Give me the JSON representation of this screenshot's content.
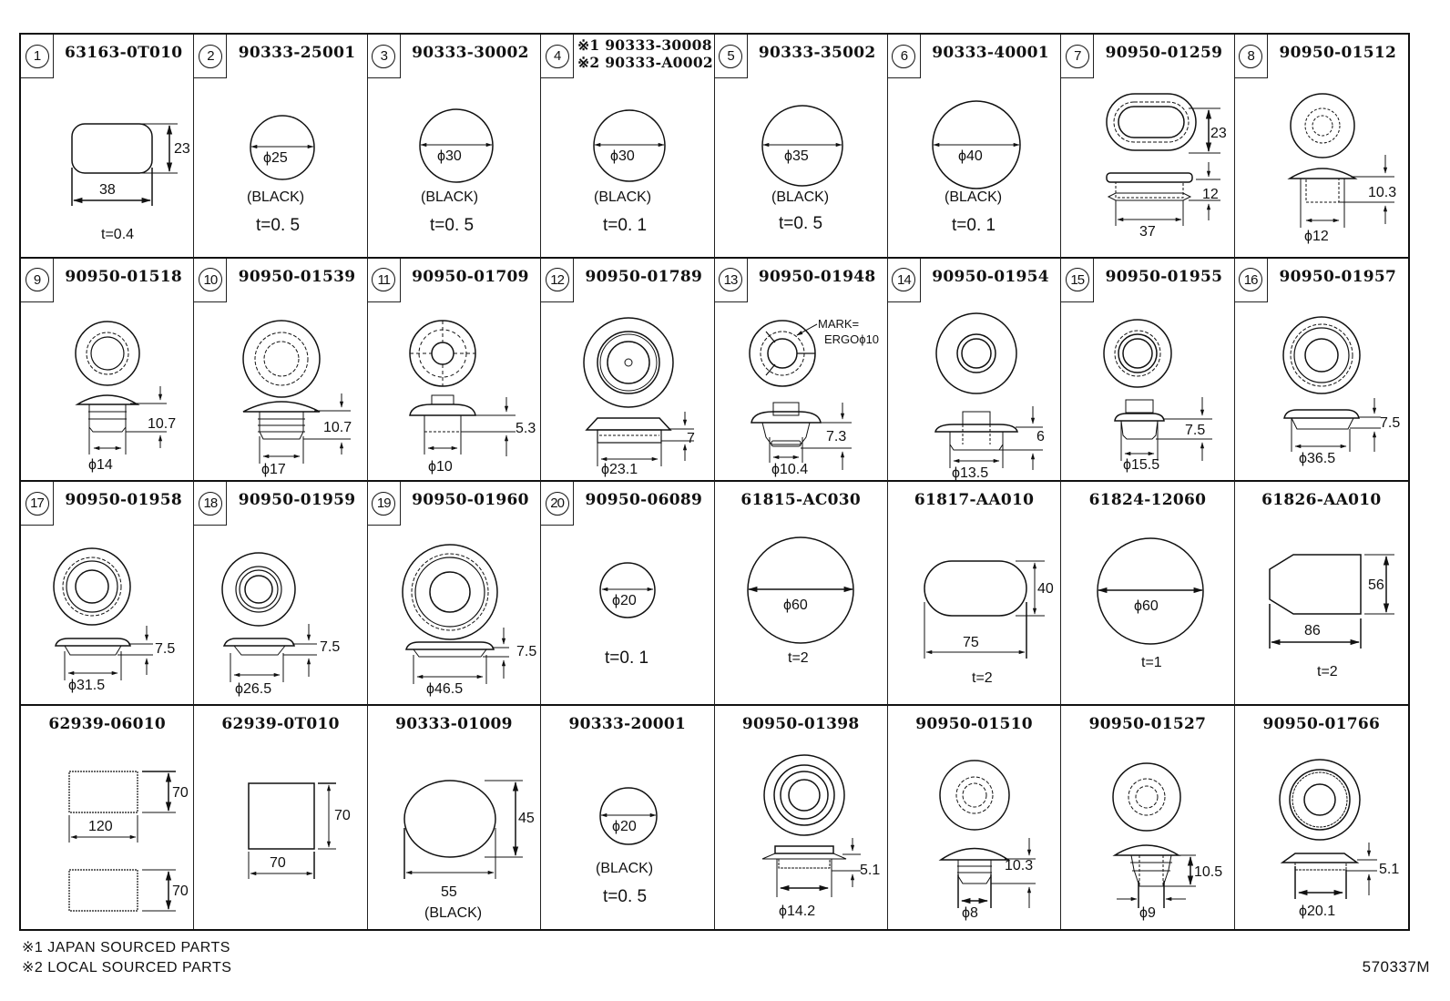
{
  "parts": [
    {
      "index": "1",
      "part_no": "63163-0T010",
      "shape": "rounded-rect",
      "dims": {
        "width": "38",
        "height": "23"
      },
      "thickness": "t=0.4"
    },
    {
      "index": "2",
      "part_no": "90333-25001",
      "shape": "circle",
      "dims": {
        "diameter": "ϕ25"
      },
      "color": "(BLACK)",
      "thickness": "t=0. 5"
    },
    {
      "index": "3",
      "part_no": "90333-30002",
      "shape": "circle",
      "dims": {
        "diameter": "ϕ30"
      },
      "color": "(BLACK)",
      "thickness": "t=0. 5"
    },
    {
      "index": "4",
      "part_no_lines": [
        "※1 90333-30008",
        "※2 90333-A0002"
      ],
      "shape": "circle",
      "dims": {
        "diameter": "ϕ30"
      },
      "color": "(BLACK)",
      "thickness": "t=0. 1"
    },
    {
      "index": "5",
      "part_no": "90333-35002",
      "shape": "circle",
      "dims": {
        "diameter": "ϕ35"
      },
      "color": "(BLACK)",
      "thickness": "t=0. 5"
    },
    {
      "index": "6",
      "part_no": "90333-40001",
      "shape": "circle",
      "dims": {
        "diameter": "ϕ40"
      },
      "color": "(BLACK)",
      "thickness": "t=0. 1"
    },
    {
      "index": "7",
      "part_no": "90950-01259",
      "shape": "oval-grommet",
      "dims": {
        "height": "23",
        "depth": "12",
        "width": "37"
      }
    },
    {
      "index": "8",
      "part_no": "90950-01512",
      "shape": "plug",
      "dims": {
        "depth": "10.3",
        "diameter": "ϕ12"
      }
    },
    {
      "index": "9",
      "part_no": "90950-01518",
      "shape": "plug",
      "dims": {
        "depth": "10.7",
        "diameter": "ϕ14"
      }
    },
    {
      "index": "10",
      "part_no": "90950-01539",
      "shape": "plug",
      "dims": {
        "depth": "10.7",
        "diameter": "ϕ17"
      }
    },
    {
      "index": "11",
      "part_no": "90950-01709",
      "shape": "grommet-cap",
      "dims": {
        "depth": "5.3",
        "diameter": "ϕ10"
      }
    },
    {
      "index": "12",
      "part_no": "90950-01789",
      "shape": "grommet-flat",
      "dims": {
        "depth": "7",
        "diameter": "ϕ23.1"
      }
    },
    {
      "index": "13",
      "part_no": "90950-01948",
      "shape": "grommet-cap",
      "annotation": [
        "MARK=",
        "ERGOϕ10"
      ],
      "dims": {
        "depth": "7.3",
        "diameter": "ϕ10.4"
      }
    },
    {
      "index": "14",
      "part_no": "90950-01954",
      "shape": "grommet-cap",
      "dims": {
        "depth": "6",
        "diameter": "ϕ13.5"
      }
    },
    {
      "index": "15",
      "part_no": "90950-01955",
      "shape": "grommet-cap",
      "dims": {
        "depth": "7.5",
        "diameter": "ϕ15.5"
      }
    },
    {
      "index": "16",
      "part_no": "90950-01957",
      "shape": "grommet-flat",
      "dims": {
        "depth": "7.5",
        "diameter": "ϕ36.5"
      }
    },
    {
      "index": "17",
      "part_no": "90950-01958",
      "shape": "grommet-flat",
      "dims": {
        "depth": "7.5",
        "diameter": "ϕ31.5"
      }
    },
    {
      "index": "18",
      "part_no": "90950-01959",
      "shape": "grommet-flat",
      "dims": {
        "depth": "7.5",
        "diameter": "ϕ26.5"
      }
    },
    {
      "index": "19",
      "part_no": "90950-01960",
      "shape": "grommet-flat",
      "dims": {
        "depth": "7.5",
        "diameter": "ϕ46.5"
      }
    },
    {
      "index": "20",
      "part_no": "90950-06089",
      "shape": "circle",
      "dims": {
        "diameter": "ϕ20"
      },
      "thickness": "t=0. 1"
    },
    {
      "index": "",
      "part_no": "61815-AC030",
      "shape": "circle",
      "dims": {
        "diameter": "ϕ60"
      },
      "thickness": "t=2"
    },
    {
      "index": "",
      "part_no": "61817-AA010",
      "shape": "oblong",
      "dims": {
        "width": "75",
        "height": "40"
      },
      "thickness": "t=2"
    },
    {
      "index": "",
      "part_no": "61824-12060",
      "shape": "circle",
      "dims": {
        "diameter": "ϕ60"
      },
      "thickness": "t=1"
    },
    {
      "index": "",
      "part_no": "61826-AA010",
      "shape": "chamfered-rect",
      "dims": {
        "width": "86",
        "height": "56"
      },
      "thickness": "t=2"
    },
    {
      "index": "",
      "part_no": "62939-06010",
      "shape": "two-rects",
      "dims": {
        "width": "120",
        "height": "70",
        "height2": "70"
      }
    },
    {
      "index": "",
      "part_no": "62939-0T010",
      "shape": "square",
      "dims": {
        "width": "70",
        "height": "70"
      }
    },
    {
      "index": "",
      "part_no": "90333-01009",
      "shape": "ellipse",
      "dims": {
        "width": "55",
        "height": "45"
      },
      "color": "(BLACK)"
    },
    {
      "index": "",
      "part_no": "90333-20001",
      "shape": "circle",
      "dims": {
        "diameter": "ϕ20"
      },
      "color": "(BLACK)",
      "thickness": "t=0. 5"
    },
    {
      "index": "",
      "part_no": "90950-01398",
      "shape": "grommet-flat",
      "dims": {
        "depth": "5.1",
        "diameter": "ϕ14.2"
      }
    },
    {
      "index": "",
      "part_no": "90950-01510",
      "shape": "plug",
      "dims": {
        "depth": "10.3",
        "diameter": "ϕ8"
      }
    },
    {
      "index": "",
      "part_no": "90950-01527",
      "shape": "plug",
      "dims": {
        "depth": "10.5",
        "diameter": "ϕ9"
      }
    },
    {
      "index": "",
      "part_no": "90950-01766",
      "shape": "grommet-flat",
      "dims": {
        "depth": "5.1",
        "diameter": "ϕ20.1"
      }
    }
  ],
  "footnotes": [
    "※1 JAPAN SOURCED PARTS",
    "※2 LOCAL SOURCED PARTS"
  ],
  "drawing_code": "570337M"
}
